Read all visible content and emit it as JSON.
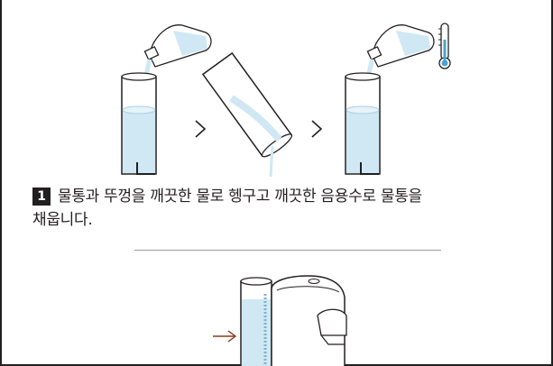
{
  "step": {
    "number": "1",
    "text_line1": "물통과 뚜껑을 깨끗한 물로 헹구고 깨끗한 음용수로 물통을",
    "text_line2": "채웁니다."
  },
  "colors": {
    "water": "#cfe8f4",
    "line": "#231f20",
    "accent_arrow": "#8b3a1a"
  },
  "icons": [
    "water-bottle-icon",
    "tank-icon",
    "chevron-right-icon",
    "thermometer-icon",
    "coffee-machine-icon",
    "arrow-right-icon"
  ]
}
